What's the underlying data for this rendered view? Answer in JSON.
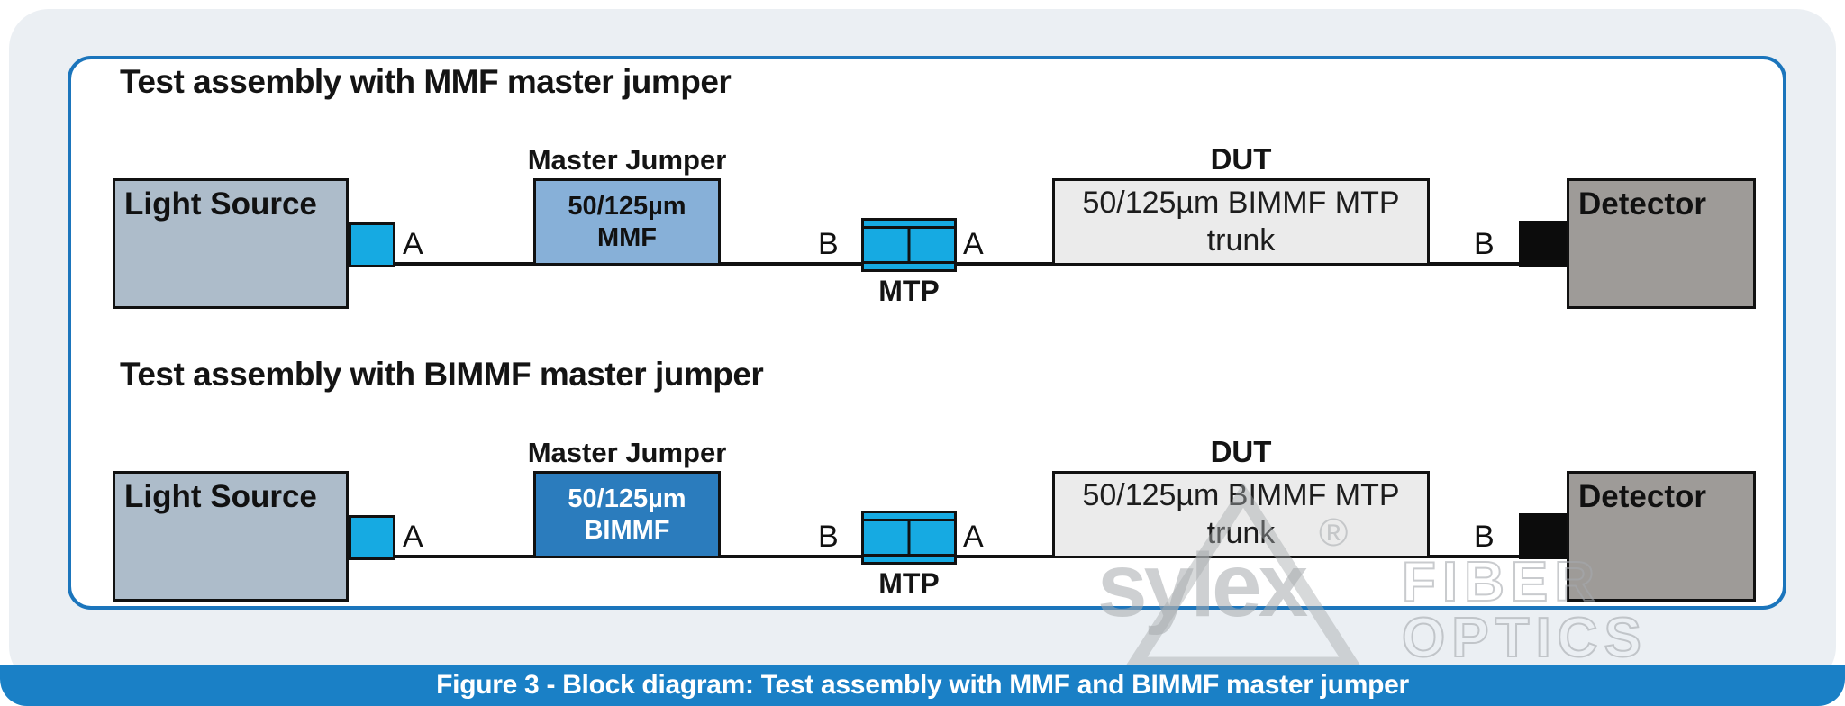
{
  "caption": "Figure 3 - Block diagram: Test assembly with MMF and BIMMF master jumper",
  "watermark": {
    "brand": "sylex",
    "registered": "®",
    "tagline": "FIBER OPTICS"
  },
  "colors": {
    "page_bg": "#ebeff3",
    "accent_border": "#1b75bc",
    "caption_bar": "#1a80c6",
    "cyan": "#16aae2",
    "jumper_mmf": "#87b0d8",
    "jumper_bimmf": "#2b7cbd",
    "light_source": "#adbcca",
    "detector": "#9e9b98",
    "dut": "#ebebeb",
    "fiber": "#111111",
    "watermark_gray": "#a7abae"
  },
  "assemblies": [
    {
      "title": "Test assembly with MMF master jumper",
      "light_source": "Light Source",
      "source_port": "A",
      "master_jumper_label": "Master Jumper",
      "jumper_line1": "50/125µm",
      "jumper_line2": "MMF",
      "mtp_left_port": "B",
      "mtp_right_port": "A",
      "mtp_label": "MTP",
      "dut_label": "DUT",
      "dut_line1": "50/125µm BIMMF MTP",
      "dut_line2": "trunk",
      "detector_port": "B",
      "detector": "Detector"
    },
    {
      "title": "Test assembly with BIMMF master jumper",
      "light_source": "Light Source",
      "source_port": "A",
      "master_jumper_label": "Master Jumper",
      "jumper_line1": "50/125µm",
      "jumper_line2": "BIMMF",
      "mtp_left_port": "B",
      "mtp_right_port": "A",
      "mtp_label": "MTP",
      "dut_label": "DUT",
      "dut_line1": "50/125µm BIMMF MTP",
      "dut_line2": "trunk",
      "detector_port": "B",
      "detector": "Detector"
    }
  ]
}
